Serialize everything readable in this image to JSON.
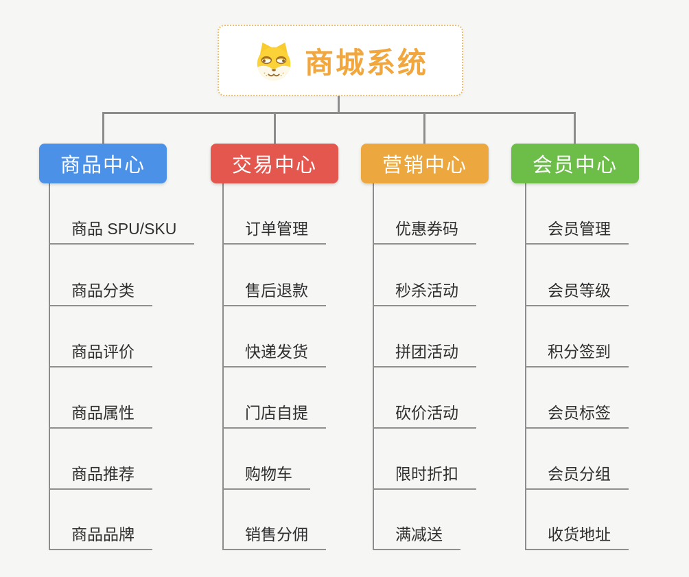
{
  "diagram": {
    "type": "mind-map-org-chart",
    "background_color": "#F6F6F4",
    "connector_color": "#8C8C8C"
  },
  "root": {
    "title": "商城系统",
    "icon": "shiba-dog-icon",
    "text_color": "#F1A73D",
    "border_color": "#EFBE6A"
  },
  "branches": [
    {
      "label": "商品中心",
      "color": "#4B91E8",
      "items": [
        "商品 SPU/SKU",
        "商品分类",
        "商品评价",
        "商品属性",
        "商品推荐",
        "商品品牌"
      ]
    },
    {
      "label": "交易中心",
      "color": "#E3574E",
      "items": [
        "订单管理",
        "售后退款",
        "快递发货",
        "门店自提",
        "购物车",
        "销售分佣"
      ]
    },
    {
      "label": "营销中心",
      "color": "#ECA83E",
      "items": [
        "优惠券码",
        "秒杀活动",
        "拼团活动",
        "砍价活动",
        "限时折扣",
        "满减送"
      ]
    },
    {
      "label": "会员中心",
      "color": "#6CBE49",
      "items": [
        "会员管理",
        "会员等级",
        "积分签到",
        "会员标签",
        "会员分组",
        "收货地址"
      ]
    }
  ]
}
